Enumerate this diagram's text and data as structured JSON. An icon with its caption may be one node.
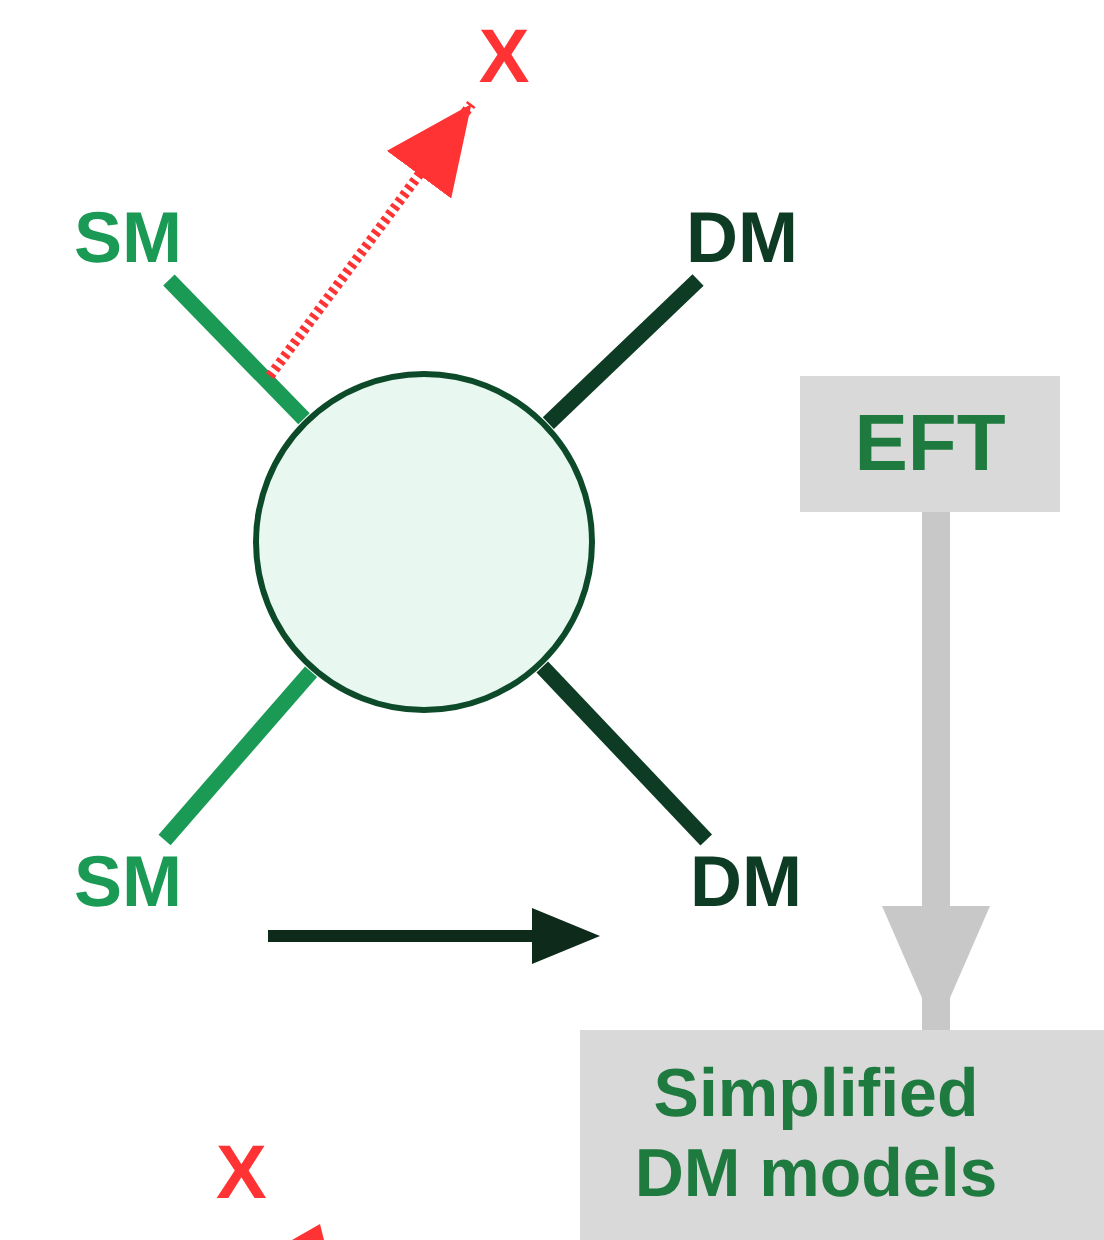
{
  "diagram": {
    "nodes": [
      {
        "text": [
          "X"
        ]
      },
      {
        "text": [
          "SM"
        ]
      },
      {
        "text": [
          "DM"
        ]
      },
      {
        "text": [],
        "shape": "circle"
      },
      {
        "text": [
          "EFT"
        ]
      },
      {
        "text": [
          "SM"
        ]
      },
      {
        "text": [
          "DM"
        ]
      },
      {
        "text": [
          "Simplified DM models"
        ]
      }
    ],
    "edges": [
      {
        "from": 1,
        "to": 3,
        "arrow": "none",
        "color": "#1a9a55"
      },
      {
        "from": 2,
        "to": 3,
        "arrow": "none",
        "color": "#0d3b24"
      },
      {
        "from": 5,
        "to": 3,
        "arrow": "none",
        "color": "#1a9a55"
      },
      {
        "from": 6,
        "to": 3,
        "arrow": "none",
        "color": "#0d3b24"
      },
      {
        "from": null,
        "to": 0,
        "arrow": "to",
        "style": "dashed",
        "color": "#ff3333"
      },
      {
        "from": 4,
        "to": 7,
        "arrow": "to",
        "color": "#c8c8c8"
      }
    ],
    "labels": [
      "X"
    ]
  }
}
